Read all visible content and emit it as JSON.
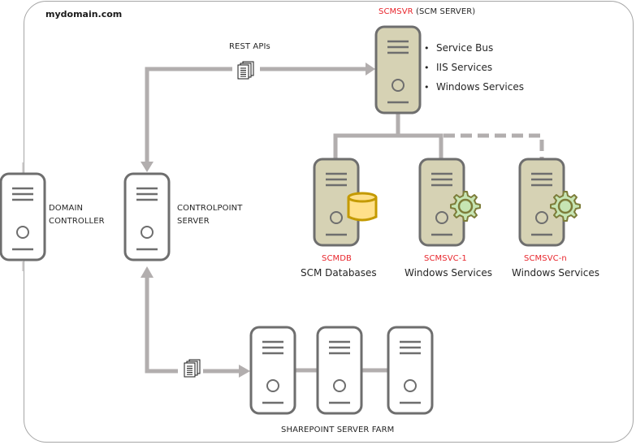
{
  "domain_label": "mydomain.com",
  "scm_server": {
    "name": "SCMSVR",
    "role": "(SCM SERVER)",
    "services": [
      "Service Bus",
      "IIS Services",
      "Windows Services"
    ]
  },
  "rest_apis_label": "REST APIs",
  "domain_controller": {
    "line1": "DOMAIN",
    "line2": "CONTROLLER"
  },
  "controlpoint_server": {
    "line1": "CONTROLPOINT",
    "line2": "SERVER"
  },
  "scm_nodes": [
    {
      "name": "SCMDB",
      "description": "SCM Databases",
      "badge": "database-icon"
    },
    {
      "name": "SCMSVC-1",
      "description": "Windows Services",
      "badge": "gear-icon"
    },
    {
      "name": "SCMSVC-n",
      "description": "Windows Services",
      "badge": "gear-icon"
    }
  ],
  "sharepoint_farm_label": "SHAREPOINT SERVER FARM",
  "colors": {
    "connector": "#b2aeae",
    "server_outline": "#6e6e6e",
    "scm_server_fill": "#d6d2b4",
    "node_name": "#e8252c",
    "db_fill": "#ffe08a",
    "db_stroke": "#c49a00",
    "gear_fill": "#c6e5b3",
    "gear_stroke": "#7d7d3a"
  }
}
